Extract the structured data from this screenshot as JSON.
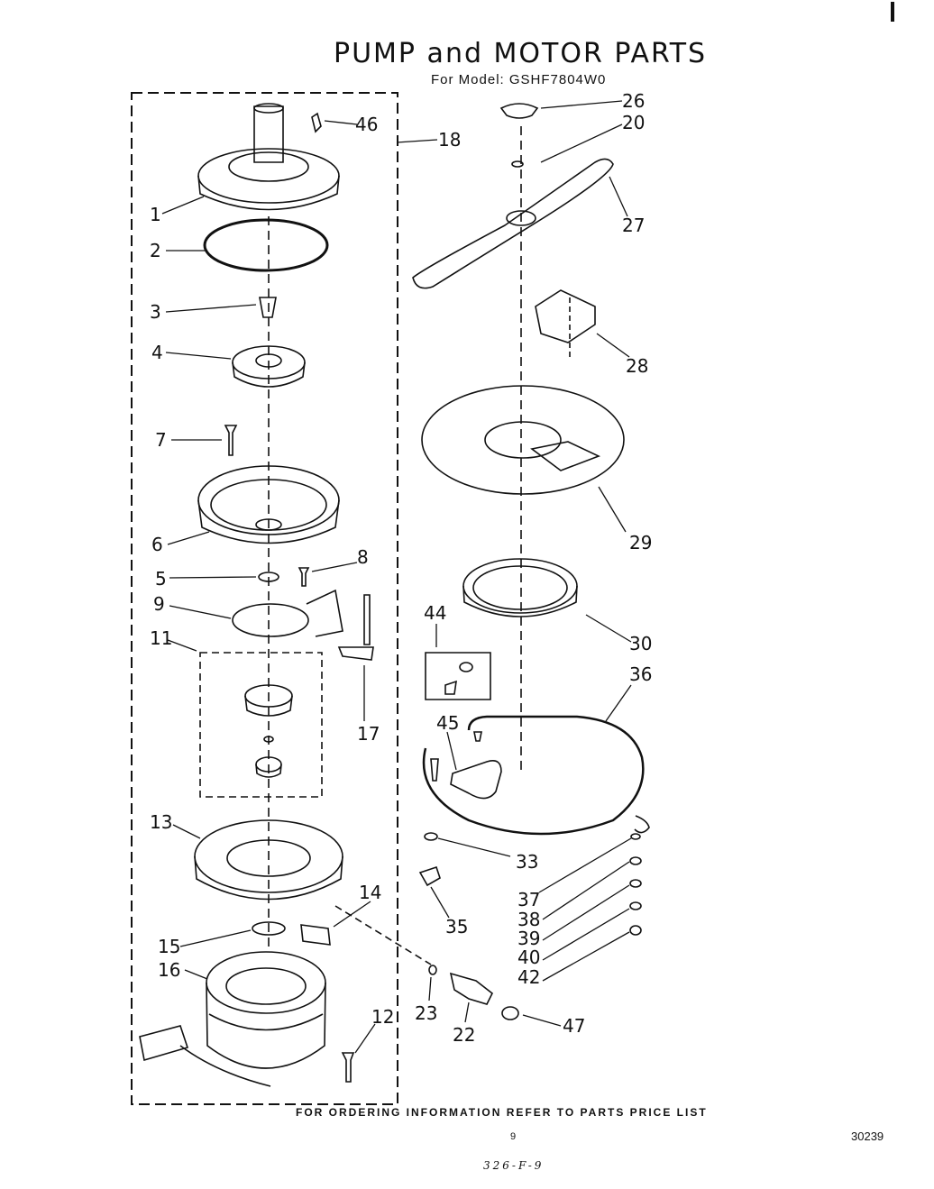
{
  "header": {
    "title": "PUMP and MOTOR PARTS",
    "subtitle": "For Model: GSHF7804W0"
  },
  "callouts": {
    "c1": "1",
    "c2": "2",
    "c3": "3",
    "c4": "4",
    "c5": "5",
    "c6": "6",
    "c7": "7",
    "c8": "8",
    "c9": "9",
    "c11": "11",
    "c12": "12",
    "c13": "13",
    "c14": "14",
    "c15": "15",
    "c16": "16",
    "c17": "17",
    "c18": "18",
    "c20": "20",
    "c22": "22",
    "c23": "23",
    "c26": "26",
    "c27": "27",
    "c28": "28",
    "c29": "29",
    "c30": "30",
    "c33": "33",
    "c35": "35",
    "c36": "36",
    "c37": "37",
    "c38": "38",
    "c39": "39",
    "c40": "40",
    "c42": "42",
    "c44": "44",
    "c45": "45",
    "c46": "46",
    "c47": "47"
  },
  "footer": {
    "ordering_note": "FOR ORDERING INFORMATION REFER TO PARTS PRICE LIST",
    "page_number": "9",
    "document_number": "30239",
    "handwritten_note": "326-F-9"
  }
}
